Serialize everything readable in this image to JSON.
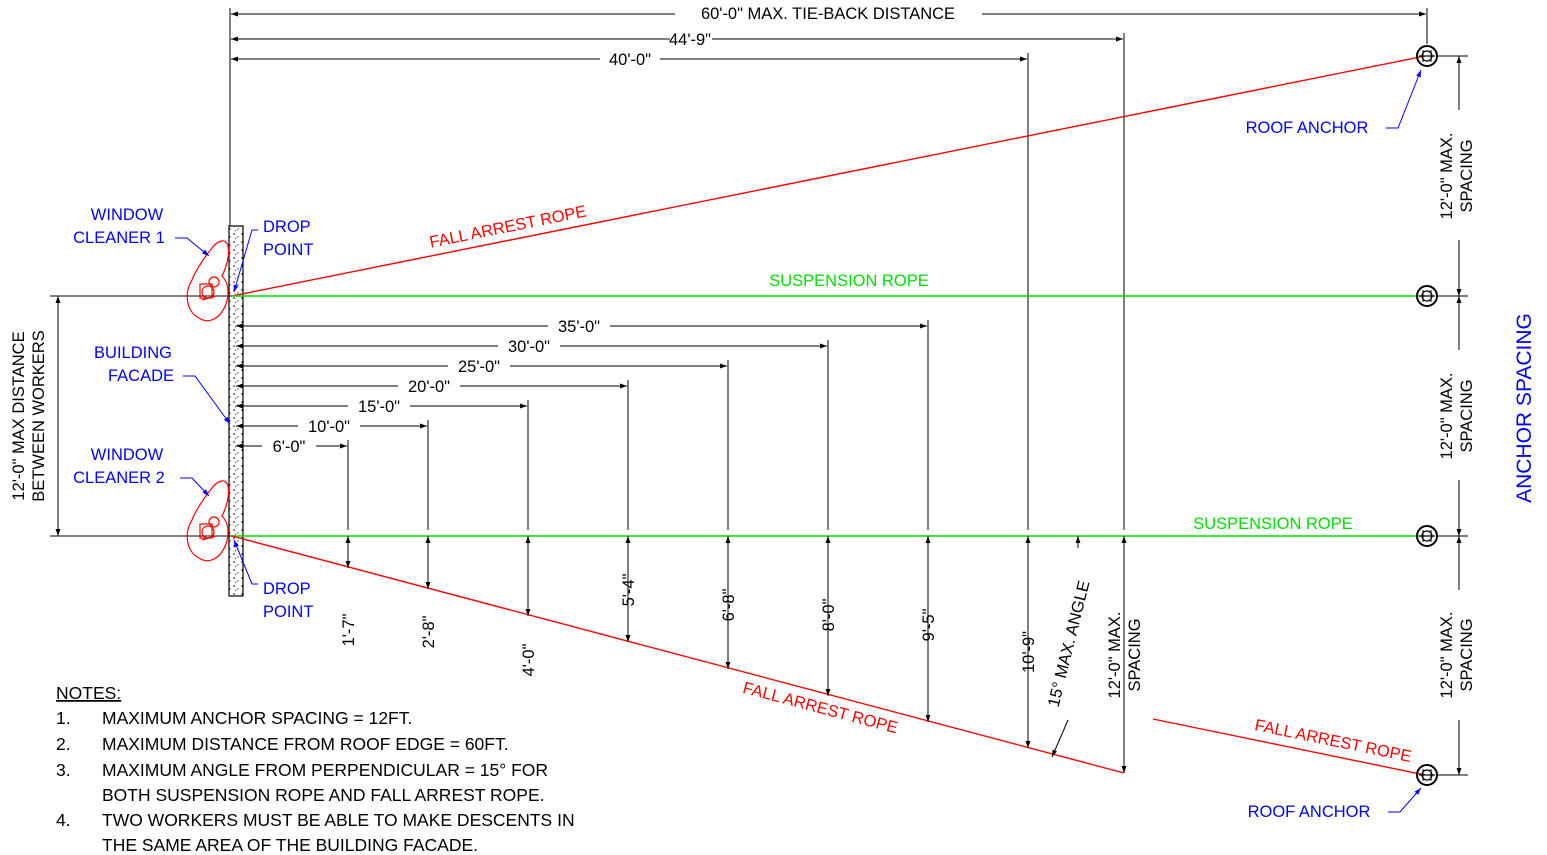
{
  "dimensions": {
    "tieback_60": "60'-0\" MAX. TIE-BACK DISTANCE",
    "d_44_9": "44'-9\"",
    "d_40_0": "40'-0\"",
    "d_35_0": "35'-0\"",
    "d_30_0": "30'-0\"",
    "d_25_0": "25'-0\"",
    "d_20_0": "20'-0\"",
    "d_15_0": "15'-0\"",
    "d_10_0": "10'-0\"",
    "d_6_0": "6'-0\""
  },
  "offsets": {
    "o_1_7": "1'-7\"",
    "o_2_8": "2'-8\"",
    "o_4_0": "4'-0\"",
    "o_5_4": "5'-4\"",
    "o_6_8": "6'-8\"",
    "o_8_0": "8'-0\"",
    "o_9_5": "9'-5\"",
    "o_10_9": "10'-9\"",
    "max_angle": "15° MAX. ANGLE",
    "max_spacing_line1": "12'-0\" MAX.",
    "max_spacing_line2": "SPACING"
  },
  "labels": {
    "window_cleaner_1": [
      "WINDOW",
      "CLEANER 1"
    ],
    "window_cleaner_2": [
      "WINDOW",
      "CLEANER 2"
    ],
    "drop_point": [
      "DROP",
      "POINT"
    ],
    "building_facade": [
      "BUILDING",
      "FACADE"
    ],
    "roof_anchor": "ROOF ANCHOR",
    "fall_arrest_rope": "FALL ARREST ROPE",
    "suspension_rope": "SUSPENSION ROPE",
    "max_distance_workers": [
      "12'-0\" MAX DISTANCE",
      "BETWEEN WORKERS"
    ],
    "anchor_spacing": "ANCHOR SPACING",
    "spacing_line1": "12'-0\" MAX.",
    "spacing_line2": "SPACING"
  },
  "notes": {
    "title": "NOTES:",
    "items": [
      {
        "num": "1.",
        "lines": [
          "MAXIMUM ANCHOR SPACING = 12FT."
        ]
      },
      {
        "num": "2.",
        "lines": [
          "MAXIMUM DISTANCE FROM ROOF EDGE = 60FT."
        ]
      },
      {
        "num": "3.",
        "lines": [
          "MAXIMUM ANGLE FROM PERPENDICULAR = 15° FOR",
          "BOTH SUSPENSION ROPE AND FALL ARREST ROPE."
        ]
      },
      {
        "num": "4.",
        "lines": [
          "TWO WORKERS MUST BE ABLE TO MAKE DESCENTS IN",
          "THE SAME AREA OF THE BUILDING FACADE."
        ]
      }
    ]
  },
  "colors": {
    "dimension": "#000000",
    "annotation": "#0000ff",
    "fall_arrest": "#ff0000",
    "suspension": "#00dd00"
  }
}
